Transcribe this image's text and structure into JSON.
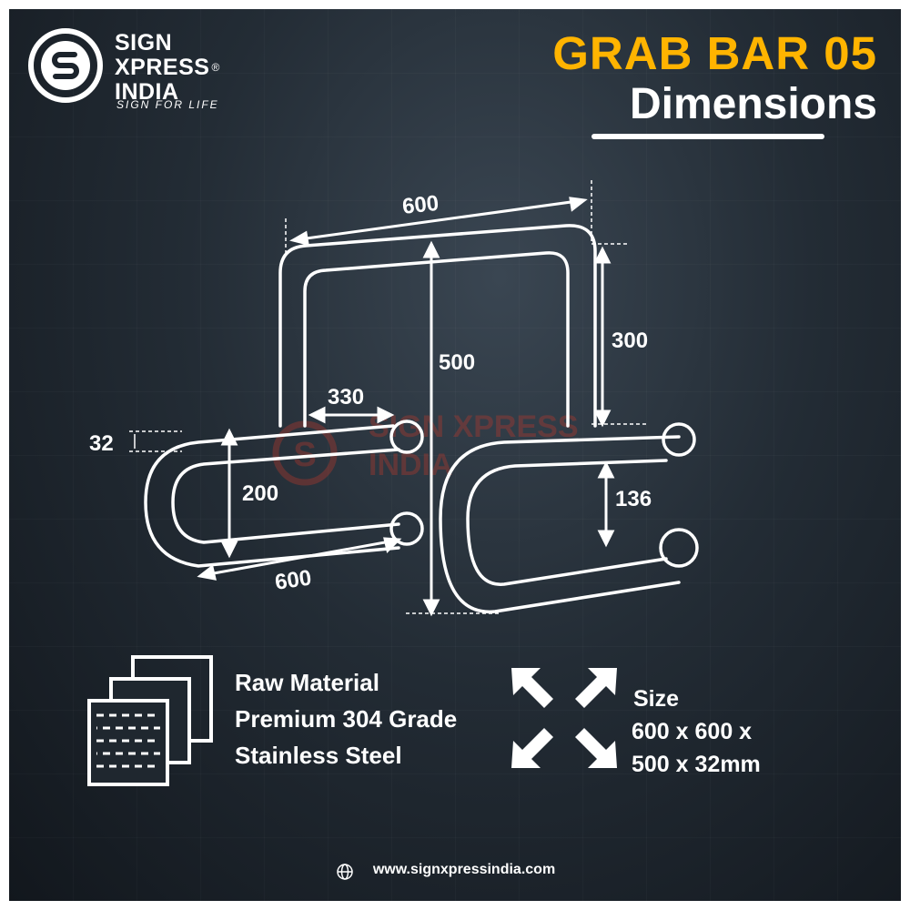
{
  "brand": {
    "line1": "SIGN",
    "line2": "XPRESS",
    "line3": "INDIA",
    "registered": "®",
    "tagline": "SIGN FOR LIFE",
    "watermark_line1": "SIGN XPRESS",
    "watermark_line2": "INDIA"
  },
  "title": {
    "product": "GRAB BAR 05",
    "subtitle": "Dimensions"
  },
  "dimensions": {
    "top_width": "600",
    "overall_height": "500",
    "side_height": "300",
    "inner_gap": "330",
    "tube_diameter": "32",
    "left_loop_height": "200",
    "bottom_width": "600",
    "right_loop_height": "136"
  },
  "material": {
    "line1": "Raw Material",
    "line2": "Premium 304 Grade",
    "line3": "Stainless Steel"
  },
  "size": {
    "label": "Size",
    "line1": "600 x 600 x",
    "line2": "500 x 32mm"
  },
  "footer": {
    "website": "www.signxpressindia.com"
  },
  "colors": {
    "accent": "#ffb400",
    "text": "#ffffff",
    "background": "#1c242c"
  },
  "icons": [
    "logo-s-icon",
    "steel-sheet-icon",
    "expand-arrows-icon",
    "globe-icon"
  ]
}
